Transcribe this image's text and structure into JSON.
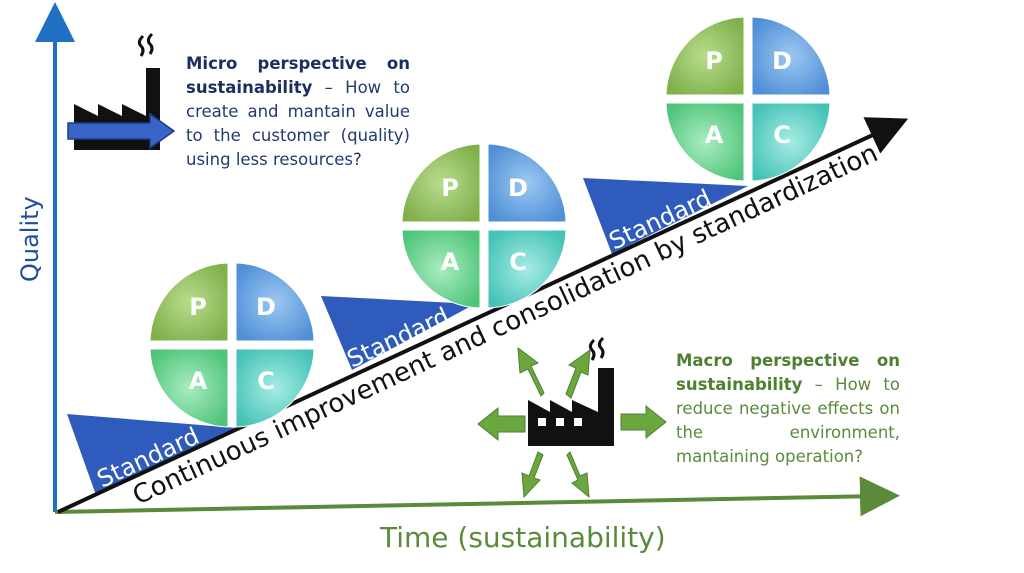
{
  "axes": {
    "y_label": "Quality",
    "x_label": "Time (sustainability)"
  },
  "diagonal_label": "Continuous improvement and consolidation by standardization",
  "standard_label": "Standard",
  "pdca": {
    "plan": "P",
    "do": "D",
    "check": "C",
    "act": "A"
  },
  "micro": {
    "title": "Micro perspective on sustainability",
    "body": "– How to create and mantain value to the customer (quality) using less resources?"
  },
  "macro": {
    "title": "Macro perspective on sustainability",
    "body": "– How to reduce negative effects on the environment, mantaining operation?"
  },
  "colors": {
    "y_axis": "#1f6fc4",
    "x_axis": "#5b8a3a",
    "wedge": "#2f5bbd",
    "plan": "#8fbf5a",
    "do": "#5f9ee0",
    "check": "#5ccfc4",
    "act": "#69cf8f",
    "macro_arrow": "#6aa83f",
    "micro_arrow": "#3a63c8"
  },
  "icons": {
    "factory_micro": "factory-icon",
    "factory_macro": "factory-icon"
  }
}
